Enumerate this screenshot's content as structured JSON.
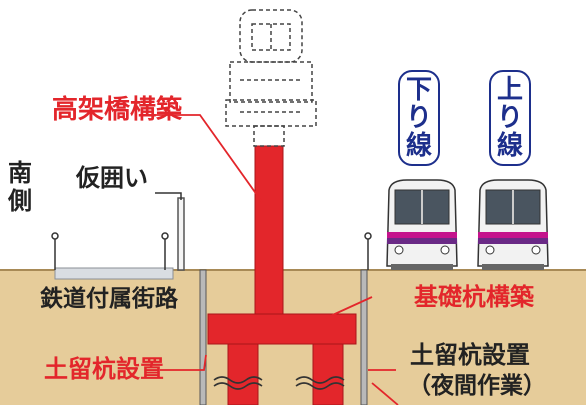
{
  "labels": {
    "viaduct_construction": "高架橋構築",
    "temporary_fence": "仮囲い",
    "south_side": [
      "南",
      "側"
    ],
    "railway_access_road": "鉄道付属街路",
    "retaining_pile_left": "土留杭設置",
    "foundation_pile_construction": "基礎杭構築",
    "retaining_pile_right": "土留杭設置",
    "night_work": "（夜間作業）"
  },
  "tracks": {
    "down": [
      "下",
      "り",
      "線"
    ],
    "up": [
      "上",
      "り",
      "線"
    ]
  },
  "colors": {
    "structure_red": "#e3262b",
    "label_red": "#e3262b",
    "soil": "#e6cc9a",
    "ground_line": "#a88a56",
    "badge_blue": "#1d2f8c",
    "train_stripe_magenta": "#c4138c",
    "train_stripe_purple": "#6a2a86"
  },
  "icons": [
    "train-icon",
    "fence-post-icon",
    "lamp-post-icon",
    "crane-outline-icon",
    "wavy-break-icon"
  ]
}
